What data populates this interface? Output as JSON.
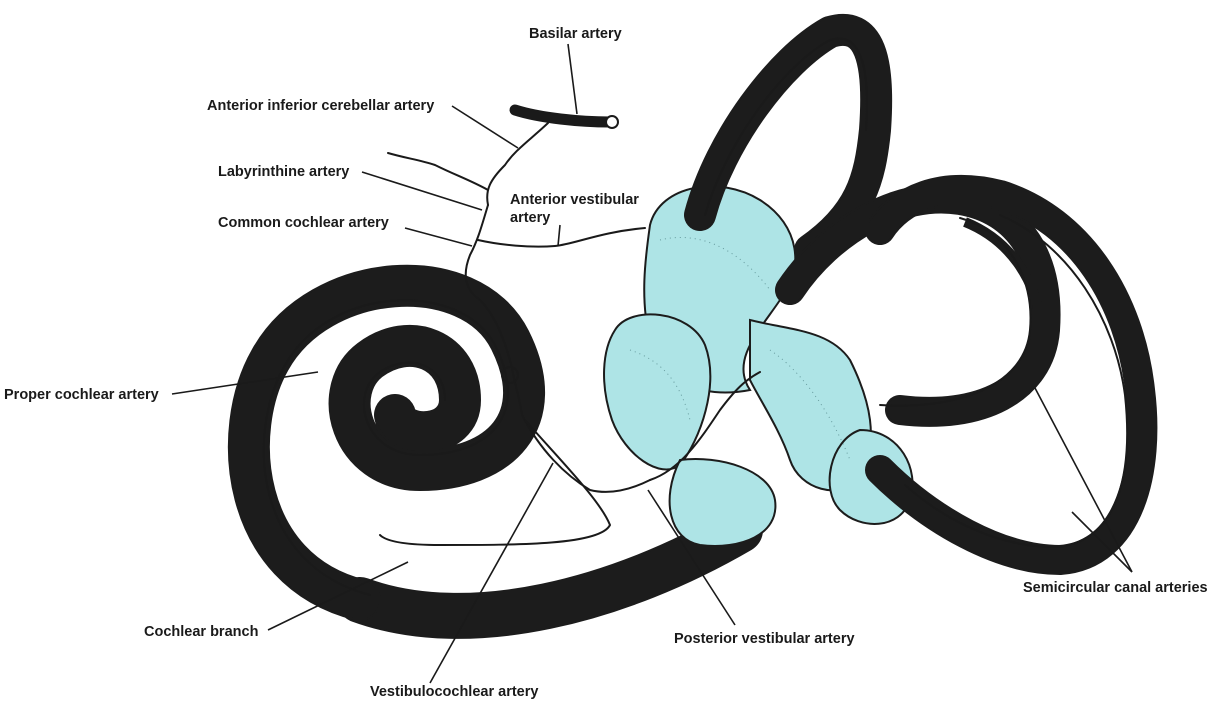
{
  "labels": {
    "basilar_artery": "Basilar artery",
    "anterior_inferior_cerebellar_artery": "Anterior inferior cerebellar artery",
    "labyrinthine_artery": "Labyrinthine artery",
    "common_cochlear_artery": "Common cochlear artery",
    "anterior_vestibular_artery": "Anterior vestibular artery",
    "proper_cochlear_artery": "Proper cochlear artery",
    "cochlear_branch": "Cochlear branch",
    "vestibulocochlear_artery": "Vestibulocochlear artery",
    "posterior_vestibular_artery": "Posterior vestibular artery",
    "semicircular_canal_arteries": "Semicircular canal arteries"
  },
  "colors": {
    "labyrinth_fill": "#aee4e6",
    "outline": "#1c1c1c",
    "artery": "#1a1a1a",
    "text": "#1a1a1a",
    "background": "#ffffff"
  }
}
